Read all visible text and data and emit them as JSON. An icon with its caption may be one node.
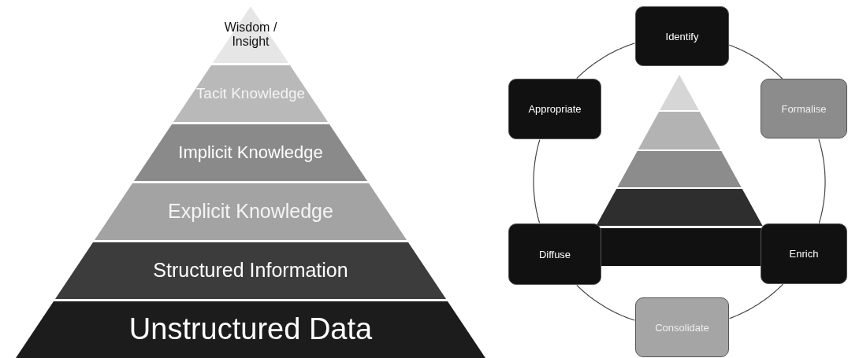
{
  "diagram": {
    "nodes": [
      {
        "text": [
          "Wisdom / Insight"
        ]
      },
      {
        "text": [
          "Tacit Knowledge"
        ]
      },
      {
        "text": [
          "Implicit Knowledge"
        ]
      },
      {
        "text": [
          "Explicit Knowledge"
        ]
      },
      {
        "text": [
          "Structured Information"
        ]
      },
      {
        "text": [
          "Unstructured Data"
        ]
      },
      {
        "text": [
          "Identify"
        ]
      },
      {
        "text": [
          "Appropriate"
        ]
      },
      {
        "text": [
          "Formalise"
        ]
      },
      {
        "text": [
          "Diffuse"
        ]
      },
      {
        "text": [
          "Enrich"
        ]
      },
      {
        "text": [
          "Consolidate"
        ]
      }
    ],
    "edges": [
      {
        "from": 6,
        "to": 8,
        "arrow": "none"
      },
      {
        "from": 8,
        "to": 10,
        "arrow": "none"
      },
      {
        "from": 10,
        "to": 11,
        "arrow": "none"
      },
      {
        "from": 11,
        "to": 9,
        "arrow": "none"
      },
      {
        "from": 9,
        "to": 7,
        "arrow": "none"
      },
      {
        "from": 7,
        "to": 6,
        "arrow": "none"
      }
    ]
  }
}
